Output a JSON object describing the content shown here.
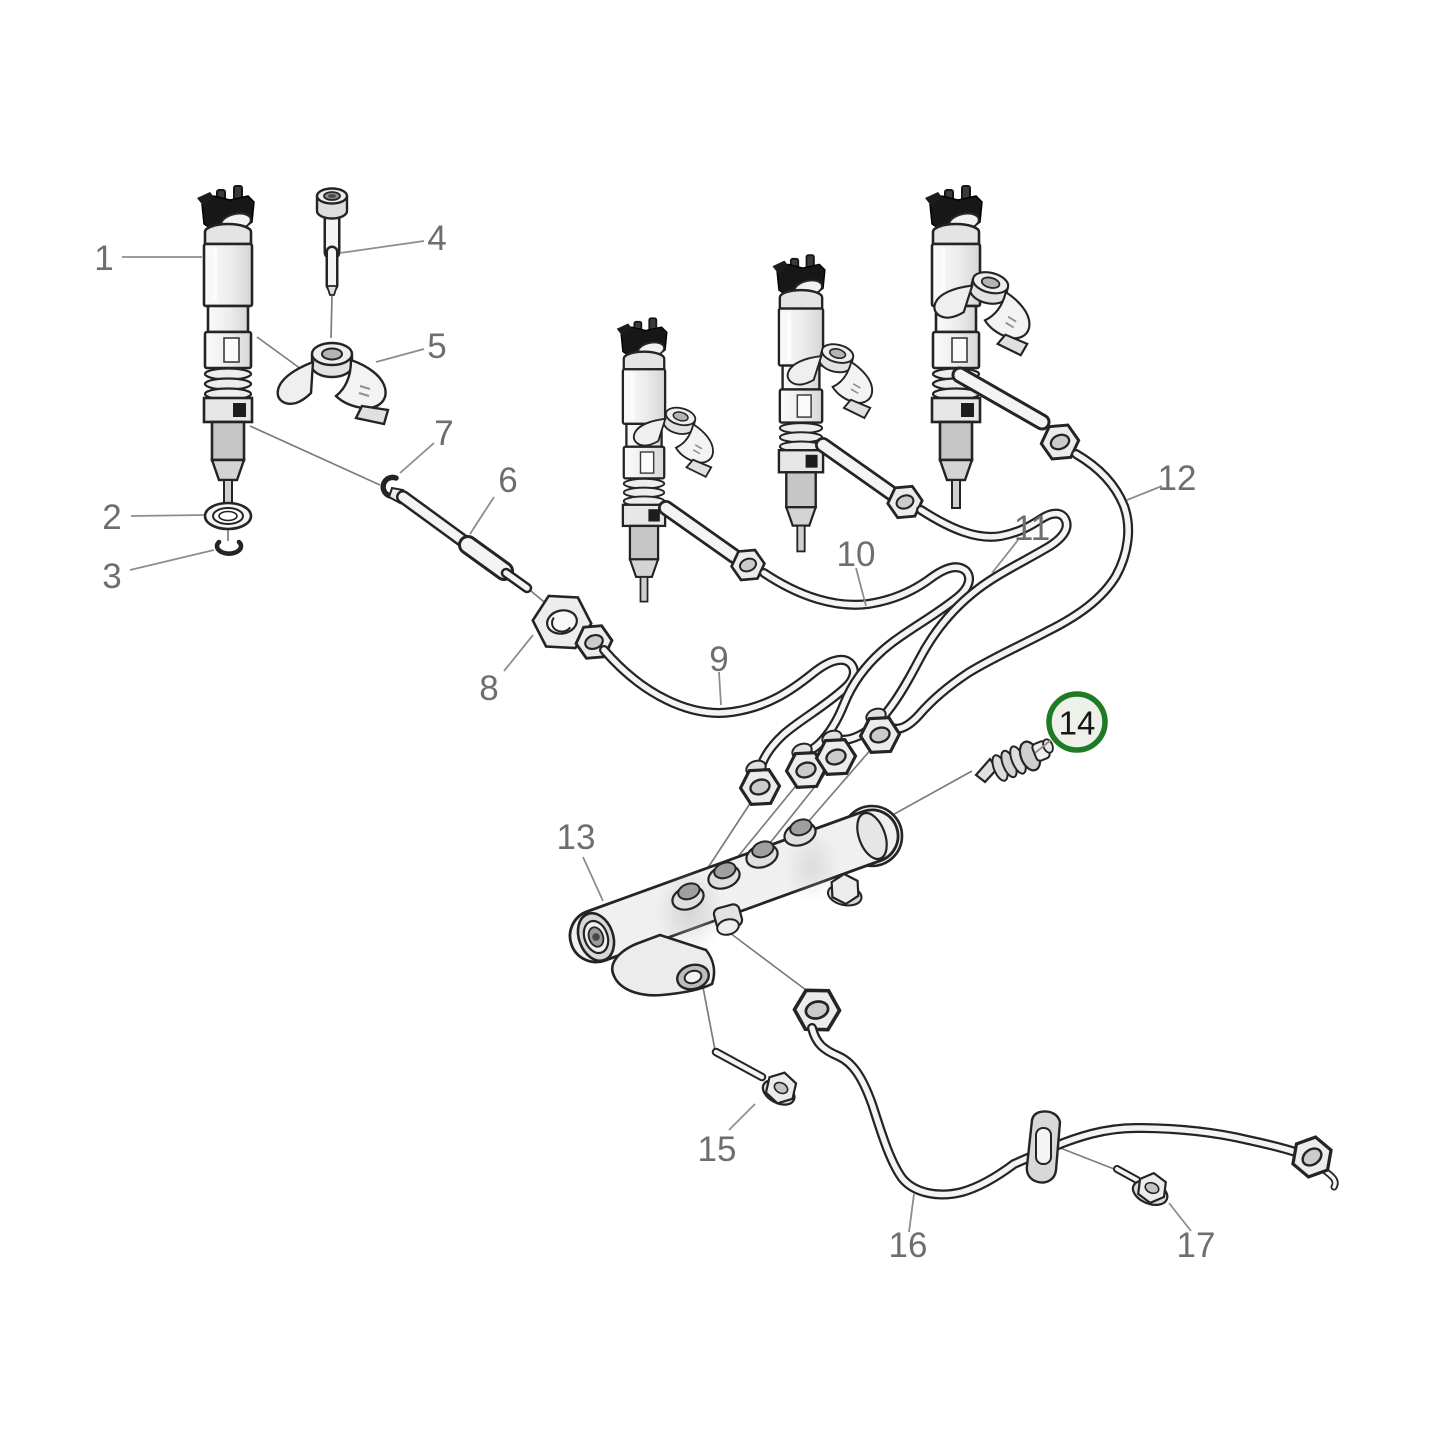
{
  "diagram": {
    "kind": "exploded-parts-diagram",
    "colors": {
      "background": "#ffffff",
      "line": "#242424",
      "leader": "#8d8d8d",
      "label": "#6e6e6e",
      "fill_light": "#f2f2f2",
      "fill_mid": "#d9d9d9",
      "fill_dark": "#c0c0c0",
      "highlight_ring": "#1f7a24",
      "highlight_fill": "#edf1ea",
      "highlight_text": "#161616"
    },
    "highlighted_callout": "14",
    "callouts": [
      {
        "label": "1",
        "highlighted": false
      },
      {
        "label": "2",
        "highlighted": false
      },
      {
        "label": "3",
        "highlighted": false
      },
      {
        "label": "4",
        "highlighted": false
      },
      {
        "label": "5",
        "highlighted": false
      },
      {
        "label": "6",
        "highlighted": false
      },
      {
        "label": "7",
        "highlighted": false
      },
      {
        "label": "8",
        "highlighted": false
      },
      {
        "label": "9",
        "highlighted": false
      },
      {
        "label": "10",
        "highlighted": false
      },
      {
        "label": "11",
        "highlighted": false
      },
      {
        "label": "12",
        "highlighted": false
      },
      {
        "label": "13",
        "highlighted": false
      },
      {
        "label": "14",
        "highlighted": true
      },
      {
        "label": "15",
        "highlighted": false
      },
      {
        "label": "16",
        "highlighted": false
      },
      {
        "label": "17",
        "highlighted": false
      }
    ]
  }
}
